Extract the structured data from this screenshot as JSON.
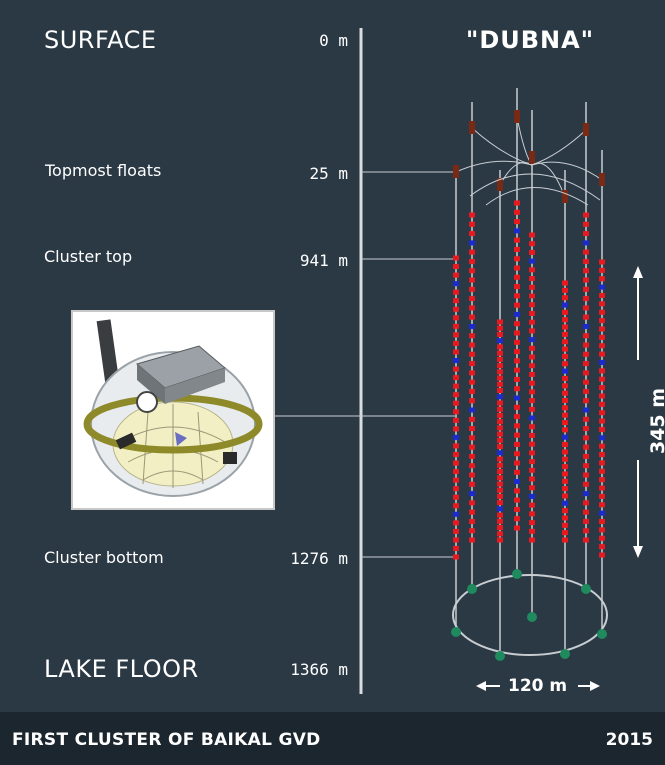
{
  "title": "\"DUBNA\"",
  "levels": [
    {
      "label": "SURFACE",
      "depth": "0 m"
    },
    {
      "label": "Topmost floats",
      "depth": "25 m"
    },
    {
      "label": "Cluster top",
      "depth": "941  m"
    },
    {
      "label": "Cluster bottom",
      "depth": "1276  m"
    },
    {
      "label": "LAKE FLOOR",
      "depth": "1366  m"
    }
  ],
  "dimensions": {
    "height": "345 m",
    "width": "120 m"
  },
  "footer": {
    "title": "FIRST CLUSTER OF BAIKAL GVD",
    "year": "2015"
  },
  "colors": {
    "background": "#2b3945",
    "footer": "#1b262f",
    "module": "#e8181e",
    "module_alt": "#1a2ad0",
    "anchor": "#1f8a5e",
    "float": "#7a2a14",
    "cable": "#c8cdd2"
  },
  "icons": {
    "photo": "optical-module-photo"
  }
}
